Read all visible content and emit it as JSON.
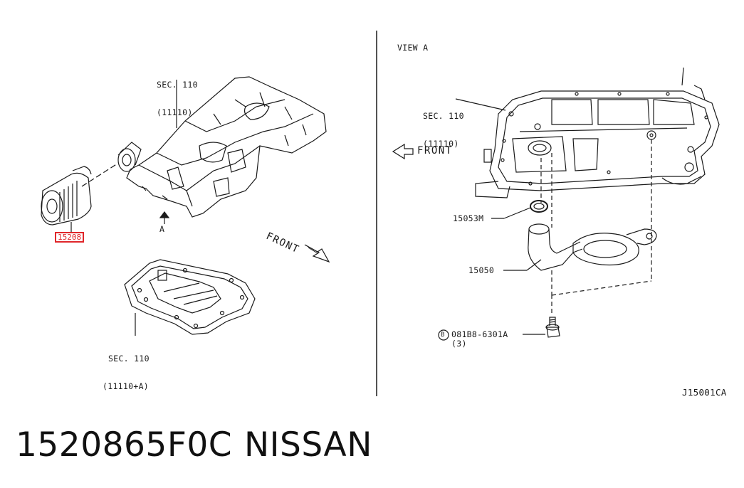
{
  "left_panel": {
    "sec_top_line1": "SEC. 110",
    "sec_top_line2": "(11110)",
    "part_box": "15208",
    "arrow_label": "A",
    "front_label": "FRONT",
    "sec_bottom_line1": "SEC. 110",
    "sec_bottom_line2": "(11110+A)"
  },
  "right_panel": {
    "view_label": "VIEW A",
    "sec_line1": "SEC. 110",
    "sec_line2": "(11110)",
    "front_label": "FRONT",
    "part_gasket": "15053M",
    "part_strainer": "15050",
    "bolt_symbol": "B",
    "bolt_number": "081B8-6301A",
    "bolt_qty": "(3)",
    "diagram_code": "J15001CA"
  },
  "footer": {
    "part_number": "1520865F0C",
    "brand": "NISSAN"
  },
  "colors": {
    "line": "#1a1a1a",
    "highlight": "#e0262a"
  }
}
